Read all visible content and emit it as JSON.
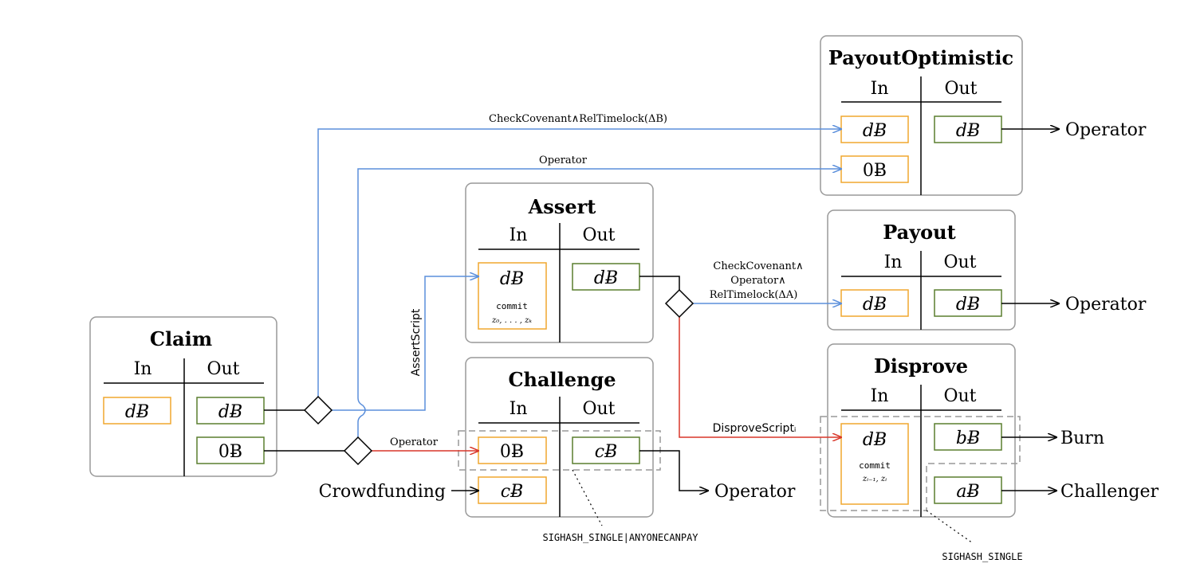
{
  "colors": {
    "input": "#f0a72f",
    "output": "#5a7f2f",
    "blue": "#5b8fdb",
    "red": "#d9372a",
    "frame": "#999999",
    "dash": "#999999"
  },
  "headers": {
    "in": "In",
    "out": "Out"
  },
  "boxes": {
    "claim": {
      "title": "Claim",
      "in1": "dɃ",
      "out1": "dɃ",
      "out2": "0Ƀ"
    },
    "assert": {
      "title": "Assert",
      "in1": "dɃ",
      "in1_commit": "commit",
      "in1_vars": "z₀, . . . , zₖ",
      "out1": "dɃ"
    },
    "challenge": {
      "title": "Challenge",
      "in1": "0Ƀ",
      "in2": "cɃ",
      "out1": "cɃ"
    },
    "payout_optimistic": {
      "title": "PayoutOptimistic",
      "in1": "dɃ",
      "in2": "0Ƀ",
      "out1": "dɃ"
    },
    "payout": {
      "title": "Payout",
      "in1": "dɃ",
      "out1": "dɃ"
    },
    "disprove": {
      "title": "Disprove",
      "in1": "dɃ",
      "in1_commit": "commit",
      "in1_vars": "zᵢ₋₁, zᵢ",
      "out1": "bɃ",
      "out2": "aɃ"
    }
  },
  "edges": {
    "check_covenant_timelock_b": "CheckCovenant∧RelTimelock(ΔB)",
    "operator_top": "Operator",
    "assert_script": "AssertScript",
    "operator_challenge": "Operator",
    "check_covenant_1": "CheckCovenant∧",
    "check_covenant_2": "Operator∧",
    "check_covenant_3": "RelTimelock(ΔA)",
    "disprove_script": "DisproveScriptᵢ"
  },
  "targets": {
    "po_operator": "Operator",
    "payout_operator": "Operator",
    "challenge_operator": "Operator",
    "crowdfunding": "Crowdfunding",
    "burn": "Burn",
    "challenger": "Challenger"
  },
  "sighash": {
    "challenge": "SIGHASH_SINGLE|ANYONECANPAY",
    "disprove": "SIGHASH_SINGLE"
  }
}
